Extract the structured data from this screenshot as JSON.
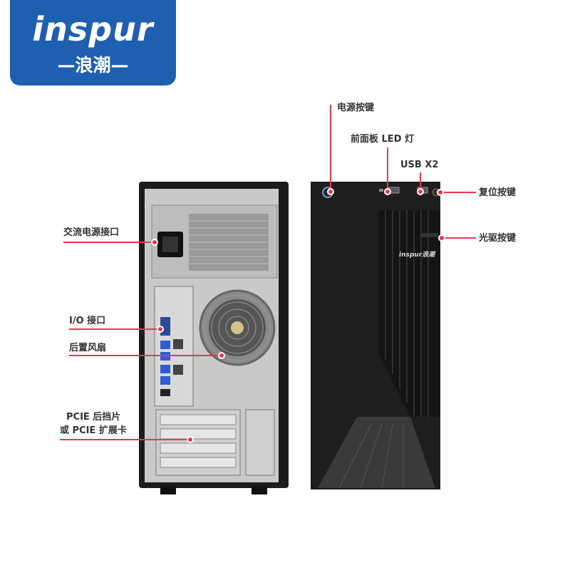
{
  "logo": {
    "brand": "inspur",
    "subtitle": "—浪潮—"
  },
  "labels": {
    "power_button": "电源按键",
    "front_led": "前面板 LED 灯",
    "usb": "USB X2",
    "reset_button": "复位按键",
    "optical_button": "光驱按键",
    "ac_power": "交流电源接口",
    "io_port": "I/O 接口",
    "rear_fan": "后置风扇",
    "pcie_line1": "PCIE 后挡片",
    "pcie_line2": "或 PCIE 扩展卡"
  },
  "front_badge": "inspur浪潮",
  "colors": {
    "brand_blue": "#1f5fb0",
    "callout_red": "#e8384f",
    "chassis_black": "#1c1c1c",
    "panel_silver": "#c9c9c9"
  }
}
